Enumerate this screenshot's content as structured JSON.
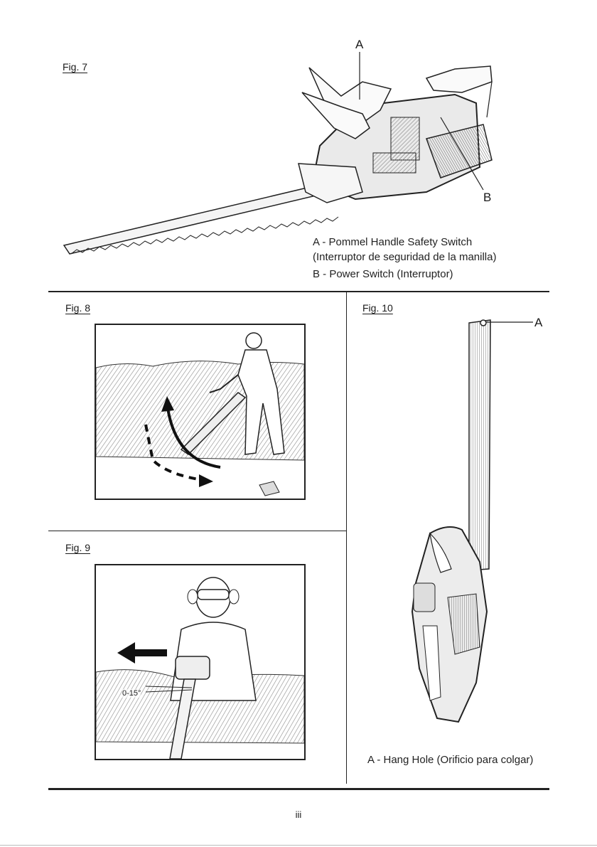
{
  "fig7": {
    "label": "Fig. 7",
    "callout_a": "A",
    "callout_b": "B",
    "caption_a": "A - Pommel Handle Safety Switch",
    "caption_a_es": "(Interruptor de seguridad de la manilla)",
    "caption_b": "B - Power Switch (Interruptor)"
  },
  "fig8": {
    "label": "Fig. 8"
  },
  "fig9": {
    "label": "Fig. 9",
    "angle_label": "0-15°"
  },
  "fig10": {
    "label": "Fig. 10",
    "callout_a": "A",
    "caption": "A - Hang Hole (Orificio para colgar)"
  },
  "page_number": "iii",
  "icons": [
    "hedge-trimmer-illustration",
    "hands-illustration",
    "operator-illustration",
    "hedge-illustration",
    "arrow-icon"
  ]
}
